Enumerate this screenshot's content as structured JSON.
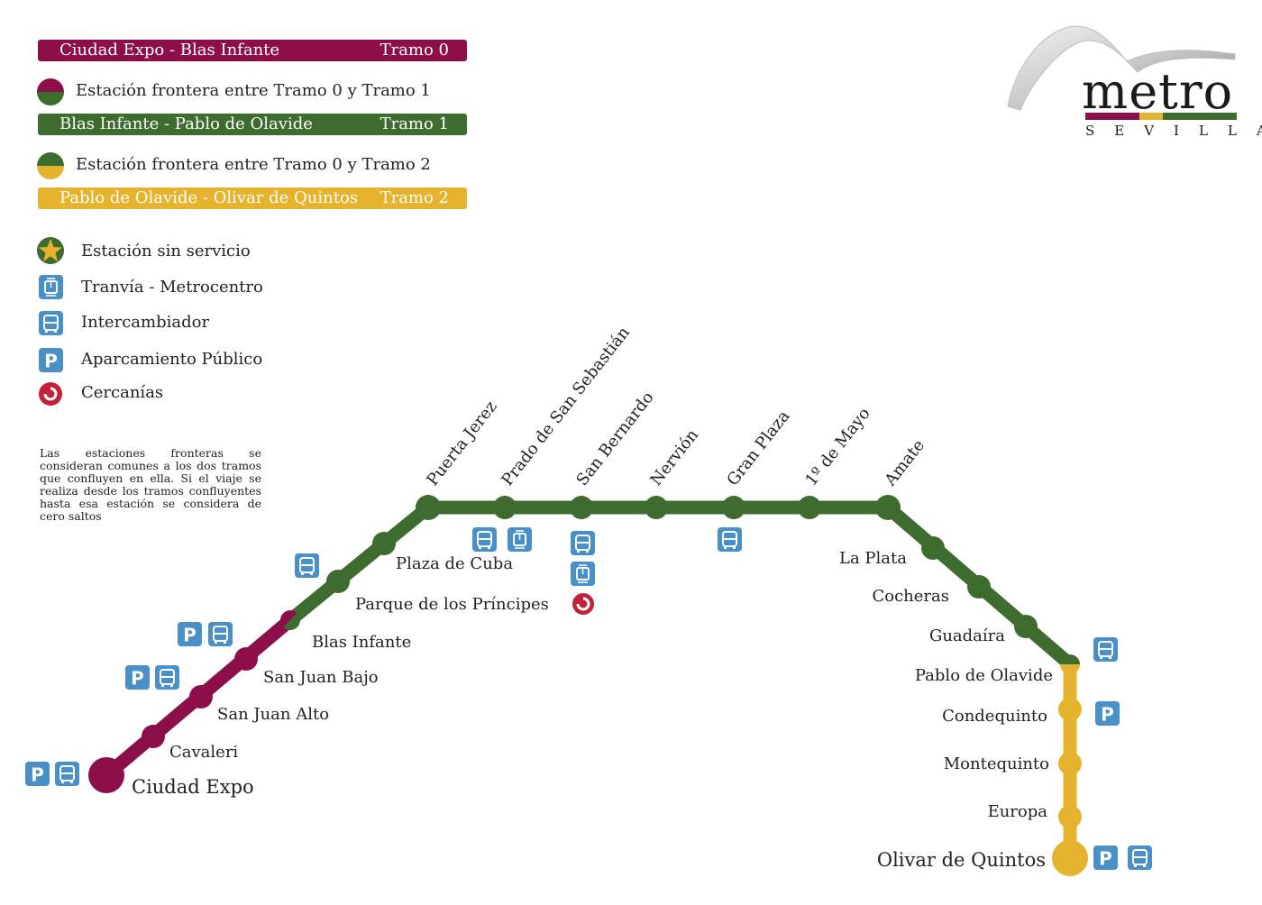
{
  "legend": {
    "tramo0": {
      "name": "Ciudad Expo - Blas Infante",
      "tramo": "Tramo 0"
    },
    "frontier01": "Estación frontera entre Tramo 0 y Tramo 1",
    "tramo1": {
      "name": "Blas Infante - Pablo de Olavide",
      "tramo": "Tramo 1"
    },
    "frontier02": "Estación frontera entre Tramo 0 y Tramo 2",
    "tramo2": {
      "name": "Pablo de Olavide - Olivar de Quintos",
      "tramo": "Tramo 2"
    },
    "no_service": "Estación sin servicio",
    "tram": "Tranvía - Metrocentro",
    "interchange": "Intercambiador",
    "parking": "Aparcamiento Público",
    "cercanias": "Cercanías"
  },
  "note": "Las estaciones fronteras se consideran comunes a los dos tramos que confluyen en ella. Si el viaje se realiza desde los tramos confluyentes hasta esa estación se considera de cero saltos",
  "logo": {
    "word": "metro",
    "city": "SEVILLA"
  },
  "colors": {
    "tramo0": "#8c0f4a",
    "tramo1": "#3e6b2e",
    "tramo2": "#e6b32e",
    "service": "#4a90c8",
    "cercanias": "#c3203a"
  },
  "icons": {
    "parking": "P",
    "bus": "bus-icon",
    "tram": "tram-icon",
    "cercanias": "cercanias-icon",
    "star": "star-icon"
  },
  "stations": {
    "ciudad_expo": "Ciudad Expo",
    "cavaleri": "Cavaleri",
    "san_juan_alto": "San Juan Alto",
    "san_juan_bajo": "San Juan Bajo",
    "blas_infante": "Blas Infante",
    "parque_principes": "Parque de los Príncipes",
    "plaza_cuba": "Plaza de Cuba",
    "puerta_jerez": "Puerta Jerez",
    "prado": "Prado de San Sebastián",
    "san_bernardo": "San Bernardo",
    "nervion": "Nervión",
    "gran_plaza": "Gran Plaza",
    "primero_mayo": "1º de Mayo",
    "amate": "Amate",
    "la_plata": "La Plata",
    "cocheras": "Cocheras",
    "guadaira": "Guadaíra",
    "pablo_olavide": "Pablo de Olavide",
    "condequinto": "Condequinto",
    "montequinto": "Montequinto",
    "europa": "Europa",
    "olivar_quintos": "Olivar de Quintos"
  }
}
